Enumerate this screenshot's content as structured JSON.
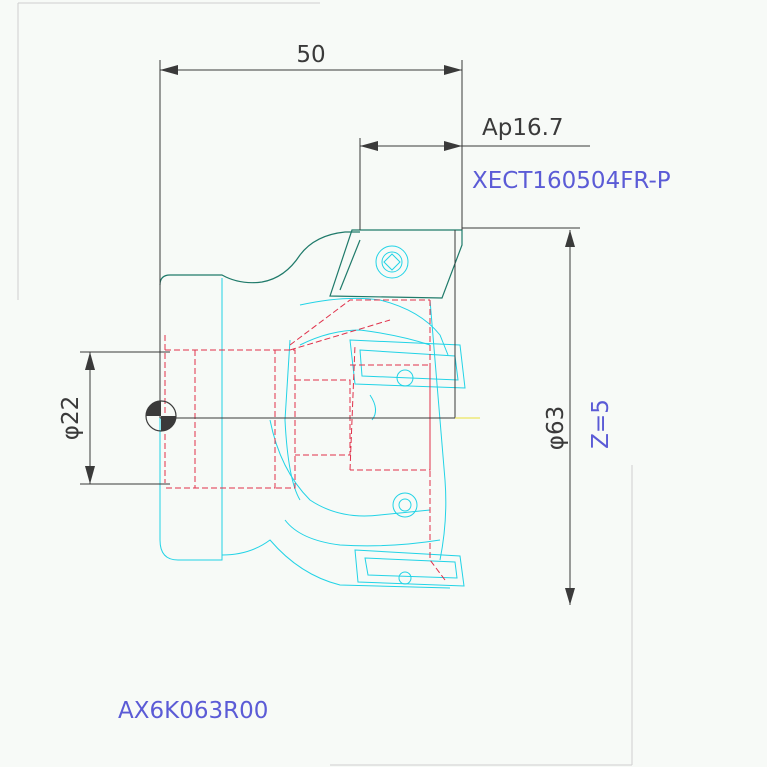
{
  "dimensions": {
    "length": "50",
    "depth_of_cut": "Ap16.7",
    "bore_diameter": "φ22",
    "cutter_diameter": "φ63"
  },
  "specs": {
    "insert_code": "XECT160504FR-P",
    "teeth": "Z=5",
    "tool_code": "AX6K063R00"
  },
  "colors": {
    "dimension": "#3a3a3a",
    "body_outline": "#1f7a6a",
    "hidden": "#e0304a",
    "cutter": "#22d3e6",
    "spec_text": "#5b5bd6",
    "frame": "#cfcfcf"
  }
}
